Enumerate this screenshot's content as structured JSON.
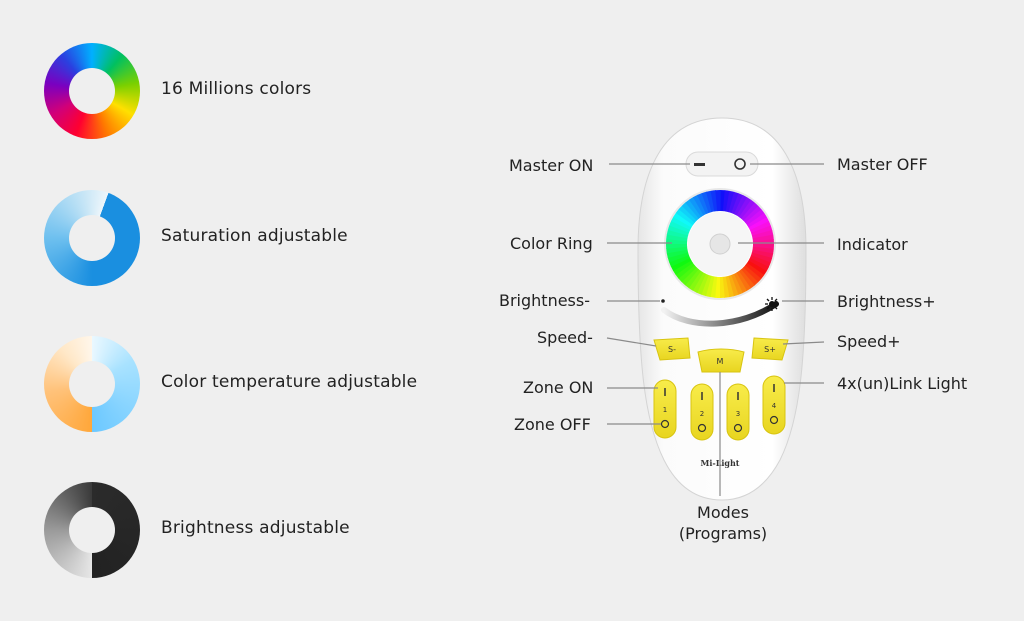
{
  "features": [
    {
      "label": "16 Millions colors",
      "icon": "color-wheel-icon"
    },
    {
      "label": "Saturation adjustable",
      "icon": "saturation-ring-icon"
    },
    {
      "label": "Color temperature adjustable",
      "icon": "temperature-ring-icon"
    },
    {
      "label": "Brightness adjustable",
      "icon": "brightness-ring-icon"
    }
  ],
  "callouts": {
    "master_on": "Master ON",
    "master_off": "Master OFF",
    "color_ring": "Color Ring",
    "indicator": "Indicator",
    "brightness_minus": "Brightness-",
    "brightness_plus": "Brightness+",
    "speed_minus": "Speed-",
    "speed_plus": "Speed+",
    "zone_on": "Zone ON",
    "zone_off": "Zone OFF",
    "link_light": "4x(un)Link Light",
    "modes_line1": "Modes",
    "modes_line2": "(Programs)"
  },
  "remote": {
    "brand": "Mi-Light",
    "btn_speed_minus": "S-",
    "btn_mode": "M",
    "btn_speed_plus": "S+",
    "zones": [
      "1",
      "2",
      "3",
      "4"
    ]
  },
  "colors": {
    "background": "#efefef",
    "remote_body": "#ffffff",
    "button_yellow": "#f4e531",
    "leader_line": "#8a8a8a"
  }
}
